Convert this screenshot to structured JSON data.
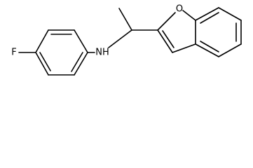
{
  "molecule": {
    "atoms": {
      "fluorine": "F",
      "amine": "NH",
      "furan_oxygen": "O"
    }
  },
  "colors": {
    "bond": "#000000",
    "label": "#000000",
    "background": "#ffffff"
  }
}
